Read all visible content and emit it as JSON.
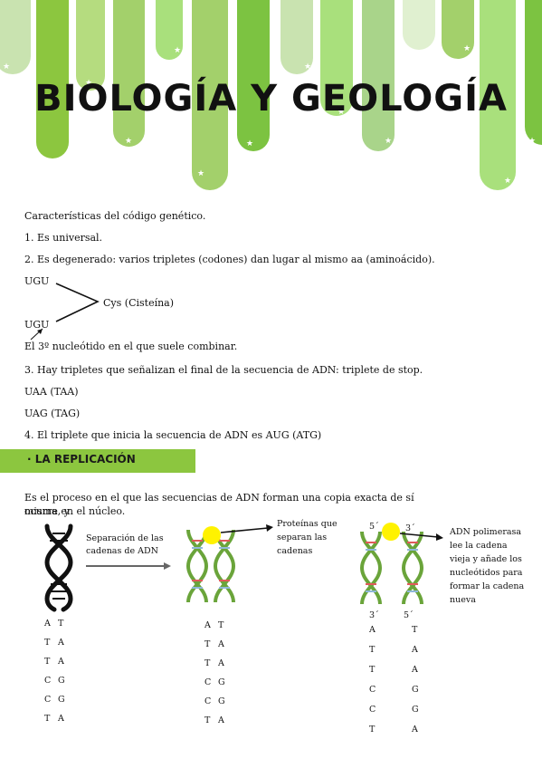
{
  "header": {
    "title": "BIOLOGÍA Y GEOLOGÍA"
  },
  "section1": {
    "heading": "Características del código genético.",
    "item1": "1. Es universal.",
    "item2": "2. Es degenerado: varios tripletes (codones) dan lugar al mismo aa (aminoácido).",
    "codon_top": "UGU",
    "codon_bottom": "UGU",
    "amino_label": "Cys (Cisteína)",
    "third_nucleotide_note": "El 3º nucleótido en el que suele combinar.",
    "item3": "3. Hay tripletes que señalizan el final de la secuencia de ADN: triplete de stop.",
    "stop1": "UAA (TAA)",
    "stop2": "UAG (TAG)",
    "item4": "4. El triplete que inicia la secuencia de ADN es AUG (ATG)"
  },
  "section2": {
    "label": "· LA REPLICACIÓN",
    "paragraph_line1": "Es el proceso en el que las secuencias de ADN forman una copia exacta de sí misma, y",
    "paragraph_line2": "ocurre en el núcleo."
  },
  "diagram": {
    "separation_label": {
      "line1": "Separación de las",
      "line2": "cadenas de ADN"
    },
    "proteins_label": {
      "line1": "Proteínas que",
      "line2": "separan las",
      "line3": "cadenas"
    },
    "polymerase_label": {
      "line1": "ADN polimerasa",
      "line2": "lee la cadena",
      "line3": "vieja y añade los",
      "line4": "nucleótidos para",
      "line5": "formar la cadena",
      "line6": "nueva"
    },
    "prime_top_left": "5´",
    "prime_top_right": "3´",
    "prime_bottom_left": "3´",
    "prime_bottom_right": "5´",
    "pairs_left": [
      [
        "A",
        "T"
      ],
      [
        "T",
        "A"
      ],
      [
        "T",
        "A"
      ],
      [
        "C",
        "G"
      ],
      [
        "C",
        "G"
      ],
      [
        "T",
        "A"
      ]
    ],
    "pairs_middle": [
      [
        "A",
        "T"
      ],
      [
        "T",
        "A"
      ],
      [
        "T",
        "A"
      ],
      [
        "C",
        "G"
      ],
      [
        "C",
        "G"
      ],
      [
        "T",
        "A"
      ]
    ],
    "pairs_right": [
      [
        "A",
        "T"
      ],
      [
        "T",
        "A"
      ],
      [
        "T",
        "A"
      ],
      [
        "C",
        "G"
      ],
      [
        "C",
        "G"
      ],
      [
        "T",
        "A"
      ]
    ]
  },
  "colors": {
    "accent_green": "#8cc63f",
    "light_green": "#c9e3b0",
    "yellow": "#fff200",
    "rung_red": "#e05a5a",
    "rung_blue": "#8fb8d8"
  }
}
